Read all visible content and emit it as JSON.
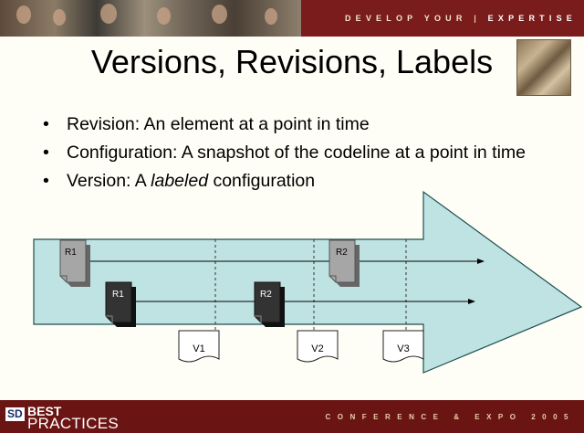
{
  "header": {
    "tagline": {
      "part1": "DEVELOP YOUR",
      "part2": "EXPERTISE"
    }
  },
  "slide": {
    "title": "Versions, Revisions, Labels",
    "bullets": [
      {
        "plain": "Revision: An element at a point in time"
      },
      {
        "plain": "Configuration: A snapshot of the codeline at a point in time"
      },
      {
        "before": "Version: A ",
        "emphasis": "labeled",
        "after": " configuration"
      }
    ]
  },
  "diagram": {
    "revision_labels": [
      "R1",
      "R2",
      "R1",
      "R2"
    ],
    "version_labels": [
      "V1",
      "V2",
      "V3"
    ]
  },
  "footer": {
    "logo": {
      "sd": "SD",
      "best": "BEST",
      "practices": "PRACTICES"
    },
    "conference": "CONFERENCE & EXPO 2005"
  },
  "colors": {
    "header_bg": "#7a1c1c",
    "footer_bg": "#6b1414",
    "arrow_fill": "#bfe3e3",
    "light_doc": "#a6a6a6",
    "dark_doc": "#333333"
  }
}
